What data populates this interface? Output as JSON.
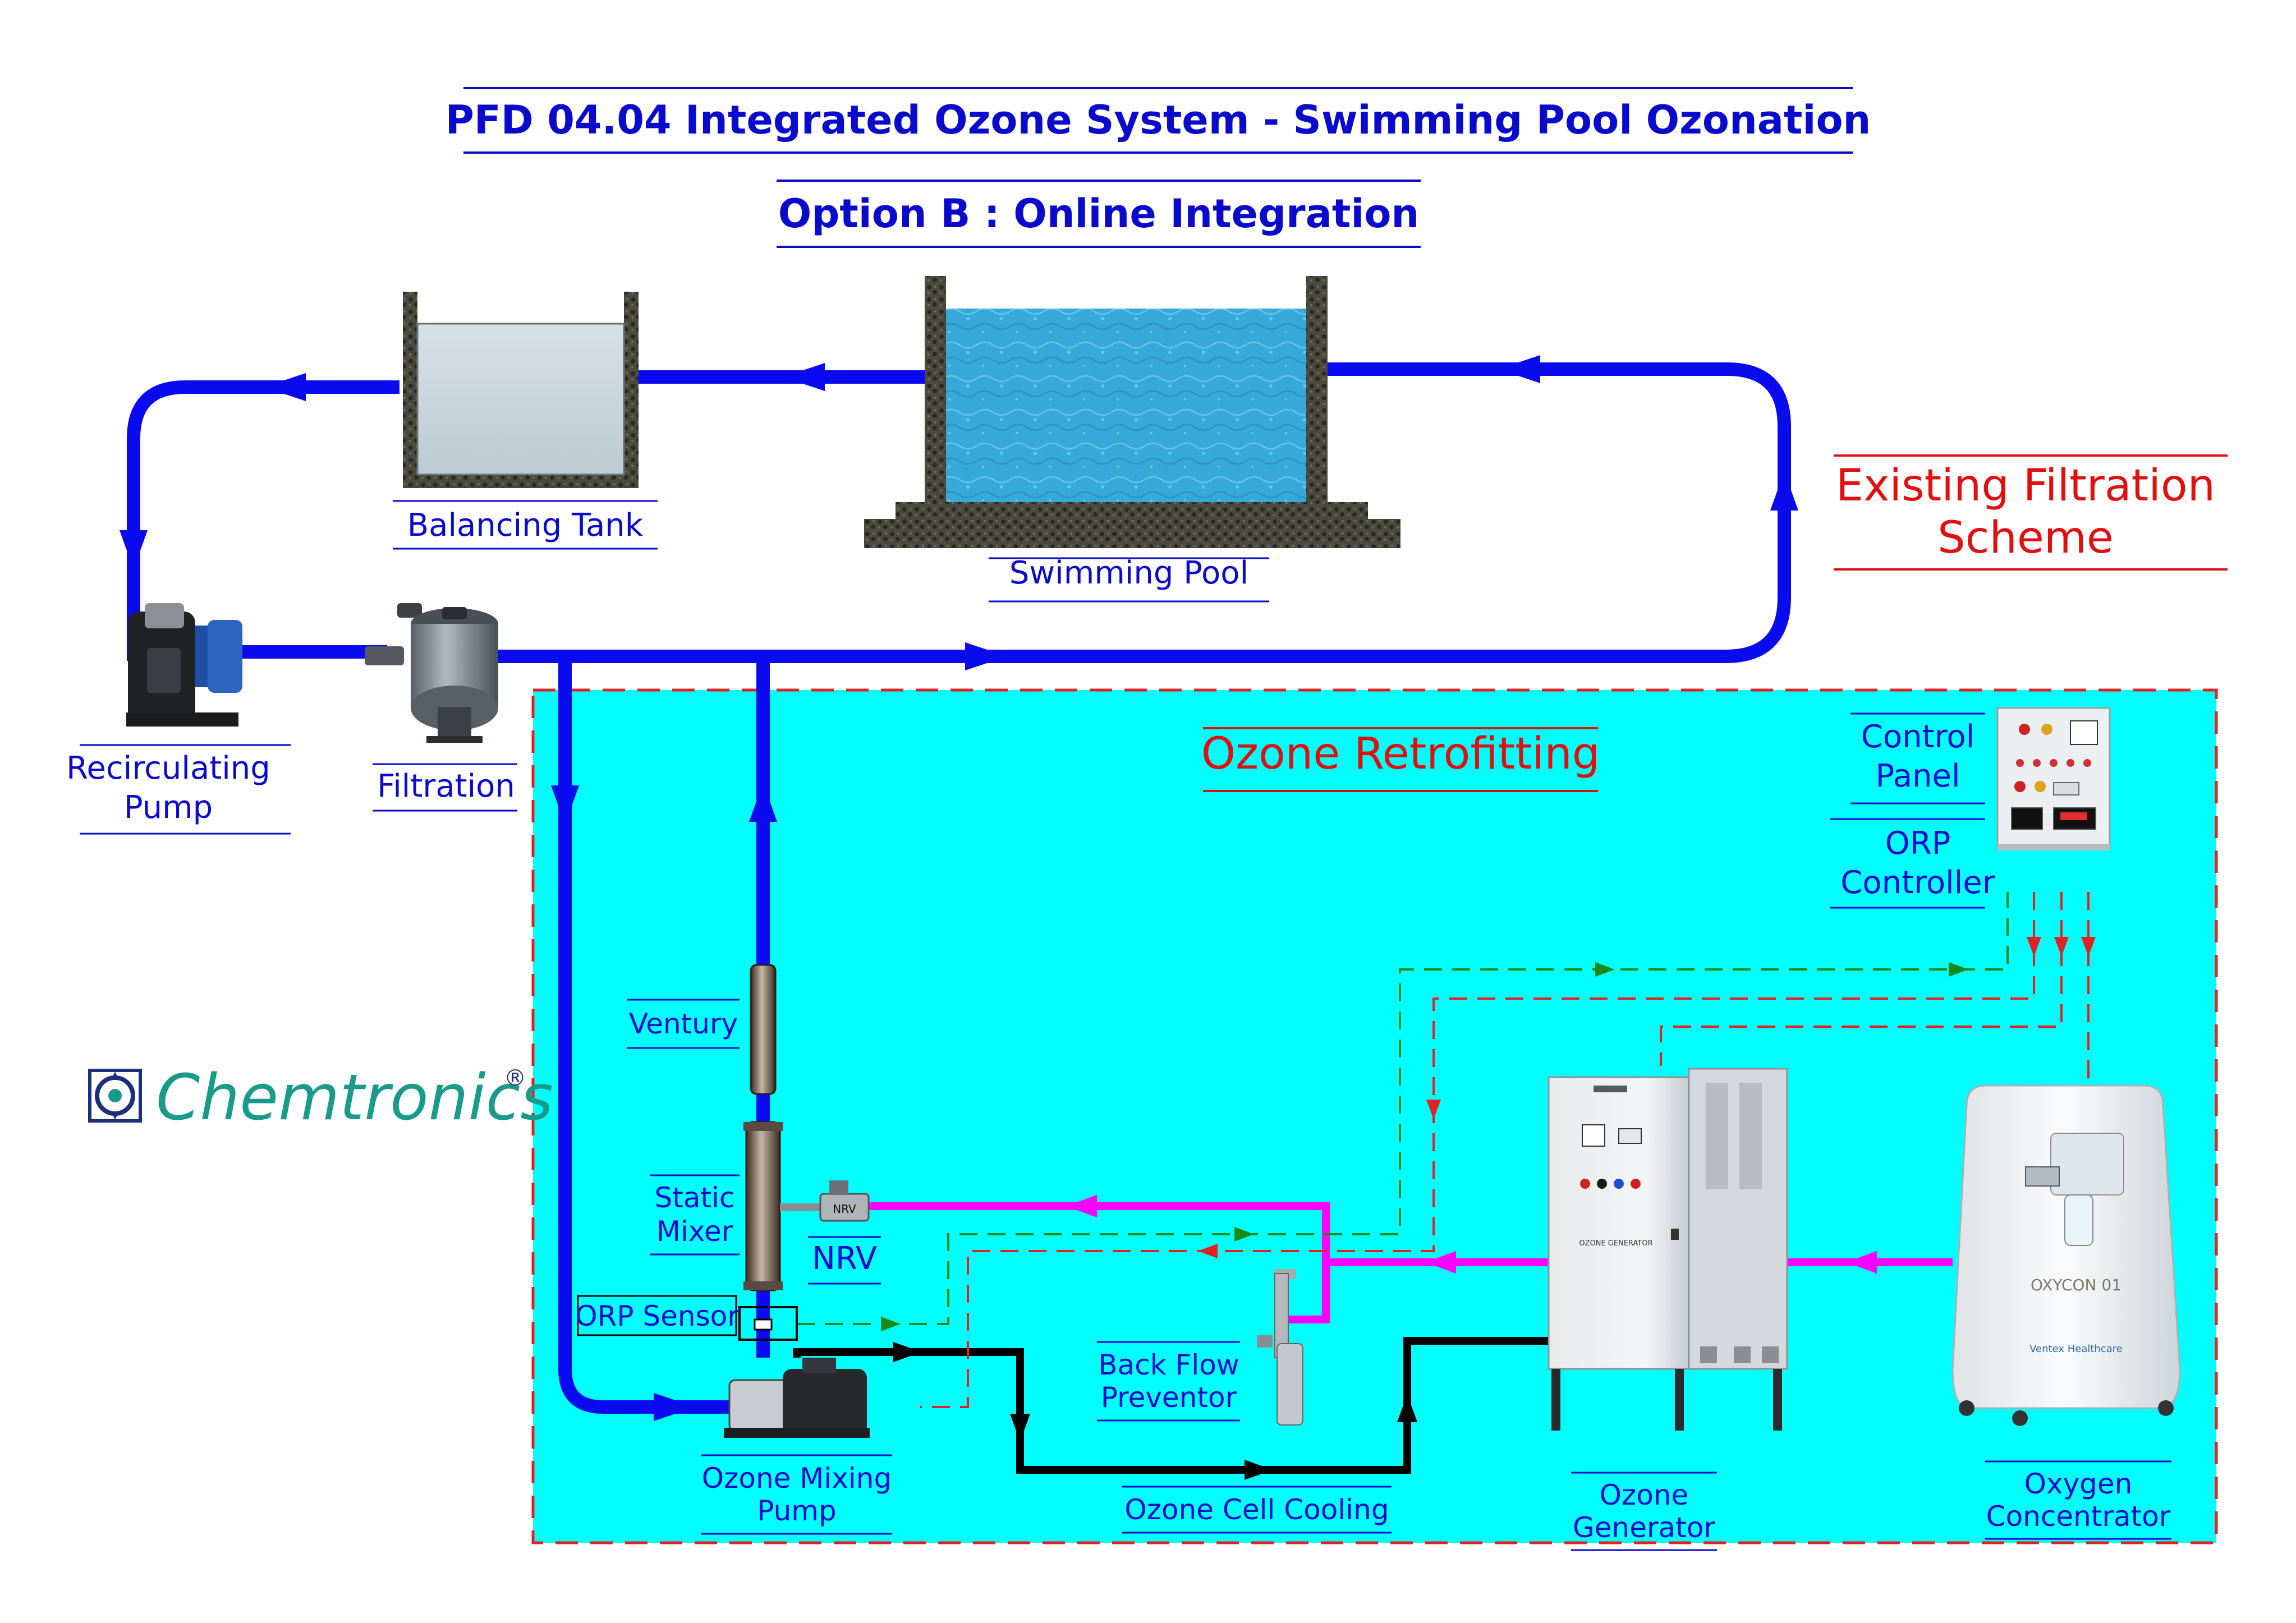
{
  "title": "PFD 04.04 Integrated Ozone System - Swimming Pool Ozonation",
  "subtitle": "Option B : Online Integration",
  "logo_text": "Chemtronics",
  "logo_reg": "®",
  "existing_scheme": [
    "Existing Filtration",
    "Scheme"
  ],
  "retrofit_label": "Ozone Retrofitting",
  "labels": {
    "balancing_tank": "Balancing Tank",
    "swimming_pool": "Swimming Pool",
    "recirculating_pump": [
      "Recirculating",
      "Pump"
    ],
    "filtration": "Filtration",
    "control_panel": [
      "Control",
      "Panel"
    ],
    "orp_controller": [
      "ORP",
      "Controller"
    ],
    "ventury": "Ventury",
    "static_mixer": [
      "Static",
      "Mixer"
    ],
    "nrv": "NRV",
    "orp_sensor": "ORP Sensor",
    "back_flow": [
      "Back Flow",
      "Preventor"
    ],
    "ozone_mixing_pump": [
      "Ozone Mixing",
      "Pump"
    ],
    "ozone_cell_cooling": "Ozone Cell Cooling",
    "ozone_generator": [
      "Ozone",
      "Generator"
    ],
    "oxygen_concentrator": [
      "Oxygen",
      "Concentrator"
    ]
  },
  "equipment_text": {
    "nrv_tag": "NRV",
    "generator_plate": "OZONE GENERATOR",
    "oxycon_brand": "OXYCON 01",
    "ventex_brand": "Ventex Healthcare"
  },
  "colors": {
    "water_line": "#0a0aee",
    "ozone_line": "#ff00ff",
    "cooling_line": "#000000",
    "signal_red": "#e52020",
    "signal_green": "#1a8a1a",
    "retrofit_bg": "#00ffff",
    "title_blue": "#0a0acc",
    "label_red": "#e01010",
    "pool_water": "#33a8d6",
    "logo_green": "#1a9a8a",
    "logo_navy": "#1c2f7a"
  }
}
